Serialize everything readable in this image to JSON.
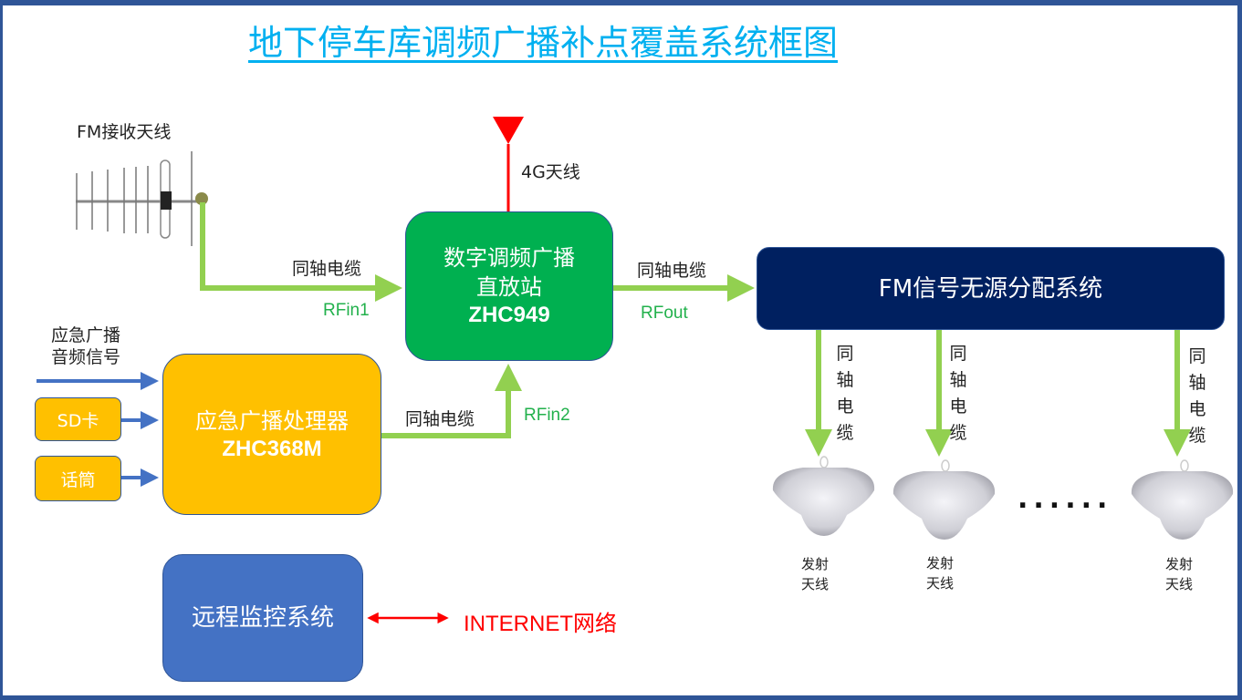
{
  "title": "地下停车库调频广播补点覆盖系统框图",
  "fm_receive_antenna": {
    "label": "FM接收天线"
  },
  "antenna_4g": {
    "label": "4G天线"
  },
  "repeater": {
    "line1": "数字调频广播",
    "line2": "直放站",
    "model": "ZHC949"
  },
  "distribution": {
    "label": "FM信号无源分配系统"
  },
  "processor": {
    "line1": "应急广播处理器",
    "model": "ZHC368M"
  },
  "monitor": {
    "label": "远程监控系统"
  },
  "internet": {
    "label": "INTERNET网络"
  },
  "inputs": {
    "audio_line1": "应急广播",
    "audio_line2": "音频信号",
    "sd": "SD卡",
    "mic": "话筒"
  },
  "cables": {
    "coax": "同轴电缆",
    "coax_vertical": [
      "同",
      "轴",
      "电",
      "缆"
    ]
  },
  "ports": {
    "rfin1": "RFin1",
    "rfin2": "RFin2",
    "rfout": "RFout"
  },
  "transmit_antennas": [
    {
      "line1": "发射",
      "line2": "天线"
    },
    {
      "line1": "发射",
      "line2": "天线"
    },
    {
      "line1": "发射",
      "line2": "天线"
    }
  ],
  "ellipsis": "......",
  "colors": {
    "title": "#00b0f0",
    "repeater": "#00b050",
    "distribution": "#002060",
    "processor": "#ffc000",
    "monitor": "#4472c4",
    "coax_line": "#92d050",
    "signal_line": "#4472c4",
    "network": "#ff0000",
    "border": "#2f5597"
  }
}
